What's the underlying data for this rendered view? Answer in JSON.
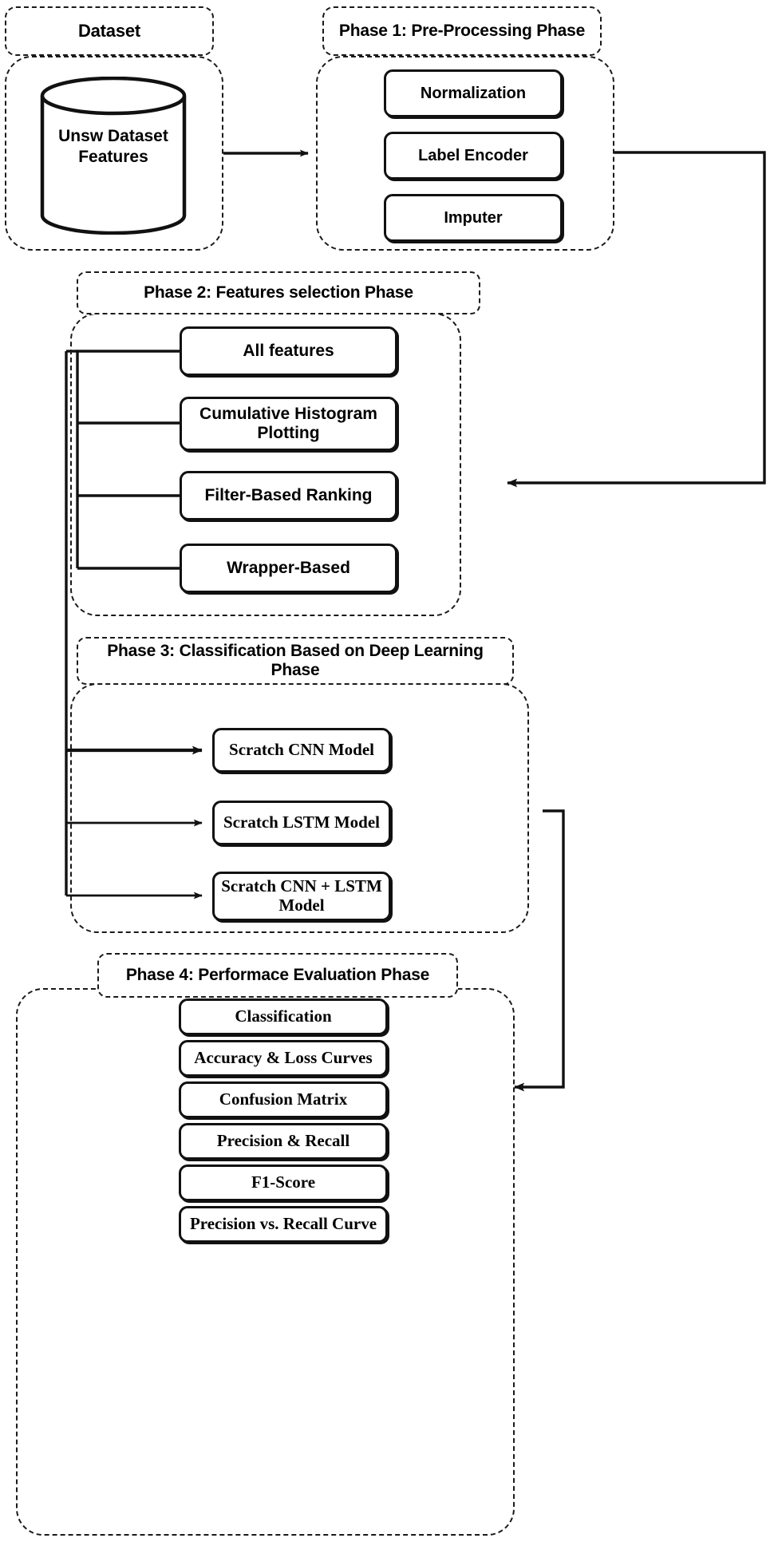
{
  "diagram": {
    "title": "Deep-learning intrusion detection methodology flowchart",
    "colors": {
      "stroke": "#111111",
      "dash": "#1a1a1a",
      "background": "#ffffff"
    }
  },
  "dataset": {
    "header": "Dataset",
    "store_label": "Unsw Dataset\nFeatures",
    "store_line1": "Unsw Dataset",
    "store_line2": "Features"
  },
  "phase1": {
    "header": "Phase 1: Pre-Processing Phase",
    "steps": [
      {
        "label": "Normalization"
      },
      {
        "label": "Label Encoder"
      },
      {
        "label": "Imputer"
      }
    ]
  },
  "phase2": {
    "header": "Phase 2: Features selection Phase",
    "steps": [
      {
        "label": "All features"
      },
      {
        "label": "Cumulative Histogram Plotting"
      },
      {
        "label": "Filter-Based Ranking"
      },
      {
        "label": "Wrapper-Based"
      }
    ]
  },
  "phase3": {
    "header": "Phase 3: Classification Based on Deep Learning Phase",
    "header_line1": "Phase 3: Classification Based on Deep Learning",
    "header_line2": "Phase",
    "steps": [
      {
        "label": "Scratch CNN Model"
      },
      {
        "label": "Scratch LSTM Model"
      },
      {
        "label": "Scratch CNN + LSTM Model"
      }
    ]
  },
  "phase4": {
    "header": "Phase 4: Performace Evaluation Phase",
    "steps": [
      {
        "label": "Classification"
      },
      {
        "label": "Accuracy & Loss Curves"
      },
      {
        "label": "Confusion Matrix"
      },
      {
        "label": "Precision & Recall"
      },
      {
        "label": "F1-Score"
      },
      {
        "label": "Precision vs. Recall Curve"
      }
    ]
  },
  "connectors": [
    {
      "name": "dataset-to-phase1",
      "kind": "arrow"
    },
    {
      "name": "phase1-to-phase2",
      "kind": "arrow"
    },
    {
      "name": "phase2-bus-to-phase3",
      "kind": "arrow-bus"
    },
    {
      "name": "phase3-to-phase4",
      "kind": "arrow"
    }
  ]
}
